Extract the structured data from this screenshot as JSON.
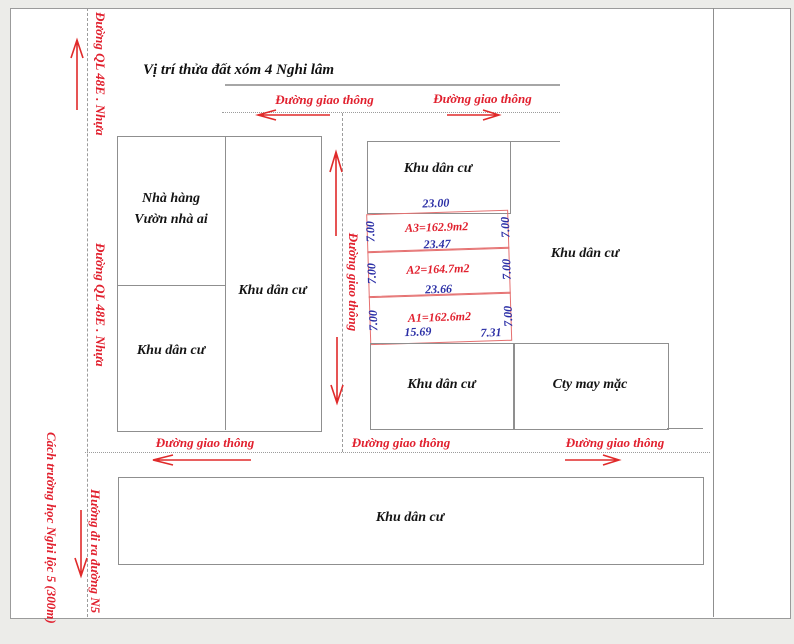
{
  "colors": {
    "page_bg": "#ecece9",
    "sheet_bg": "#ffffff",
    "line_gray": "#8f8f8f",
    "red_accent": "#e1202e",
    "plot_outline_red": "#e57070",
    "dim_blue": "#2b2fa6",
    "ink_black": "#141414"
  },
  "title": "Vị trí thửa đất xóm 4 Nghi lâm",
  "left_margin": {
    "ql48e_upper": "Đường QL 48E . Nhựa",
    "ql48e_lower": "Đường QL 48E . Nhựa",
    "school_distance": "Cách trường học Nghi lộc 5 (300m)",
    "n5_direction": "Hướng đi ra đường N5"
  },
  "roads": {
    "top_left": "Đường giao thông",
    "top_right": "Đường giao thông",
    "center_vertical": "Đường giao thông",
    "bottom_left": "Đường giao thông",
    "bottom_middle": "Đường giao thông",
    "bottom_right": "Đường giao thông"
  },
  "areas": {
    "restaurant_line1": "Nhà hàng",
    "restaurant_line2": "Vườn nhà ai",
    "left_lower": "Khu dân cư",
    "left_inner": "Khu dân cư",
    "top_center": "Khu dân cư",
    "right_side": "Khu dân cư",
    "bottom_center": "Khu dân cư",
    "garment_company": "Cty may mặc",
    "bottom_band": "Khu dân cư"
  },
  "plots": {
    "top_width": "23.00",
    "a3": {
      "area": "A3=162.9m2",
      "width_bottom": "23.47",
      "depth_left": "7.00",
      "depth_right": "7.00"
    },
    "a2": {
      "area": "A2=164.7m2",
      "width_bottom": "23.66",
      "depth_left": "7.00",
      "depth_right": "7.00"
    },
    "a1": {
      "area": "A1=162.6m2",
      "width_bottom_left": "15.69",
      "width_bottom_right": "7.31",
      "depth_left": "7.00",
      "depth_right": "7.00"
    }
  }
}
